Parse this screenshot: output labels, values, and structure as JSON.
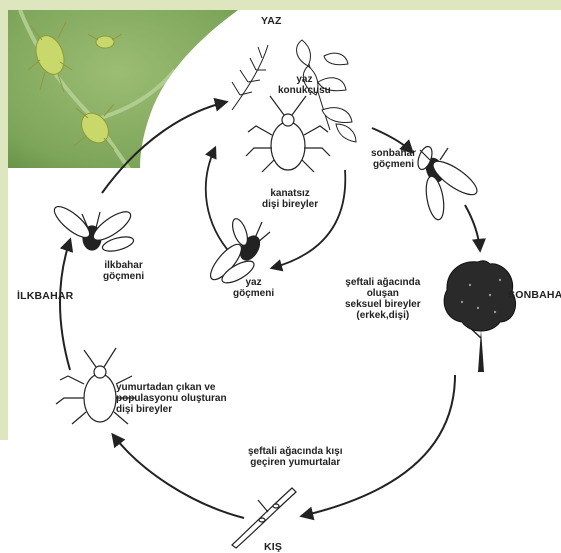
{
  "seasons": {
    "summer": "YAZ",
    "autumn": "SONBAHAR",
    "winter": "KIŞ",
    "spring": "İLKBAHAR"
  },
  "labels": {
    "summer_host": "yaz\nkonukçusu",
    "autumn_migrant": "sonbahar\ngöçmeni",
    "wingless_females": "kanatsız\ndişi bireyler",
    "summer_migrant": "yaz\ngöçmeni",
    "sexual_individuals": "şeftali ağacında\noluşan\nseksuel bireyler\n(erkek,dişi)",
    "overwintering_eggs": "şeftali ağacında kışı\ngeçiren yumurtalar",
    "hatching_females": "yumurtadan çıkan ve\npopulasyonu oluşturan\ndişi bireyler",
    "spring_migrant": "ilkbahar\ngöçmeni"
  },
  "colors": {
    "background": "#ffffff",
    "side_panel": "#dde6bf",
    "leaf_green": "#7fa45a",
    "ink": "#222222"
  }
}
